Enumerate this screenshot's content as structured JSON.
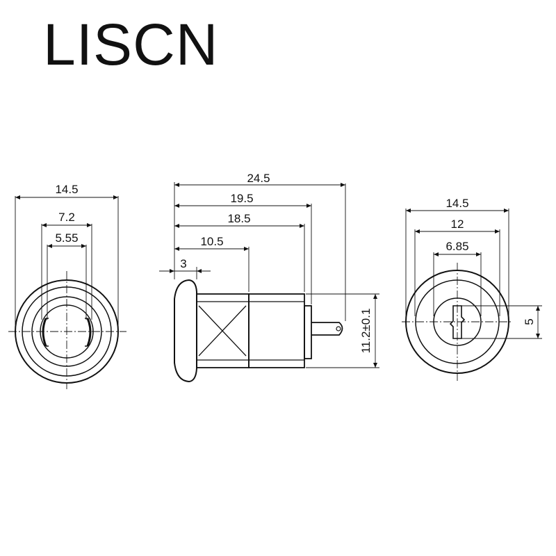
{
  "brand": "LISCN",
  "colors": {
    "line": "#111111",
    "background": "#ffffff"
  },
  "front_view": {
    "dims": {
      "outer": "14.5",
      "middle": "7.2",
      "inner": "5.55"
    }
  },
  "side_view": {
    "dims": {
      "total": "24.5",
      "d1": "19.5",
      "d2": "18.5",
      "d3": "10.5",
      "flange": "3",
      "height": "11.2±0.1"
    }
  },
  "rear_view": {
    "dims": {
      "outer": "14.5",
      "middle": "12",
      "inner": "6.85",
      "slot": "5"
    }
  }
}
